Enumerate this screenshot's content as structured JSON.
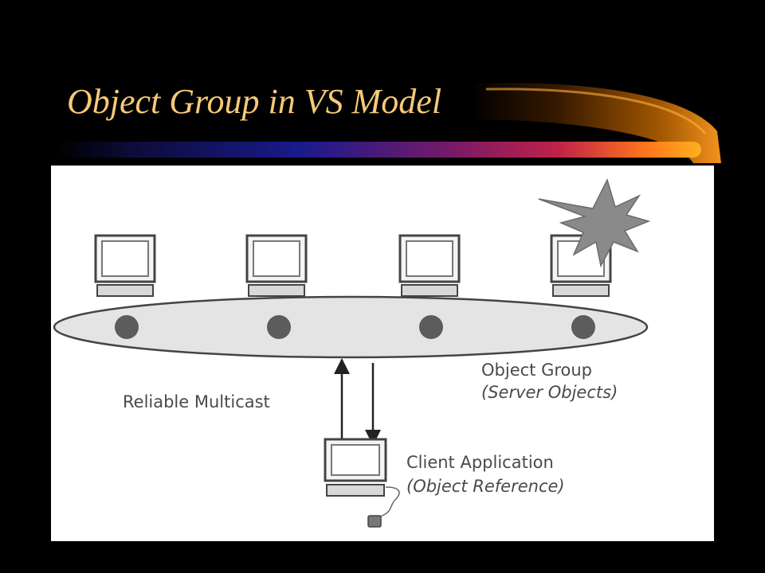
{
  "slide": {
    "title": "Object Group in VS Model"
  },
  "colors": {
    "background": "#000000",
    "title": "#f7c977",
    "accent_orange": "#ff9e1b",
    "accent_blue": "#1a1a8c",
    "accent_magenta": "#b0204c",
    "diagram_line": "#444444",
    "ring_fill": "#e4e4e4",
    "object_dot": "#5c5c5c",
    "crash_star": "#8a8a8a"
  },
  "diagram": {
    "server_computers": [
      {
        "state": "running"
      },
      {
        "state": "running"
      },
      {
        "state": "running"
      },
      {
        "state": "crashed",
        "overlay_icon": "crash-star-icon"
      }
    ],
    "group_label": {
      "name": "Object Group",
      "subtitle": "(Server Objects)"
    },
    "multicast_label": "Reliable Multicast",
    "client_label": {
      "name": "Client Application",
      "subtitle": "(Object Reference)"
    }
  }
}
